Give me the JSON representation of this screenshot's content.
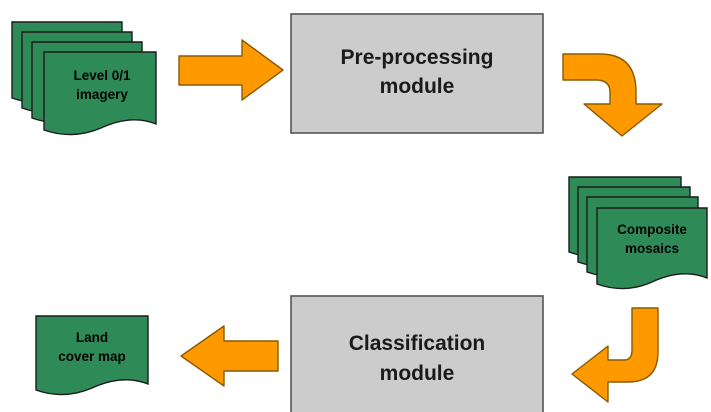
{
  "colors": {
    "document_fill": "#2e8b57",
    "module_fill": "#cccccc",
    "arrow_fill": "#ff9900"
  },
  "nodes": {
    "input_imagery": {
      "line1": "Level 0/1",
      "line2": "imagery",
      "icon": "stacked-documents"
    },
    "preprocessing": {
      "line1": "Pre-processing",
      "line2": "module"
    },
    "composite": {
      "line1": "Composite",
      "line2": "mosaics",
      "icon": "stacked-documents"
    },
    "classification": {
      "line1": "Classification",
      "line2": "module"
    },
    "land_cover": {
      "line1": "Land",
      "line2": "cover map",
      "icon": "single-document"
    }
  }
}
